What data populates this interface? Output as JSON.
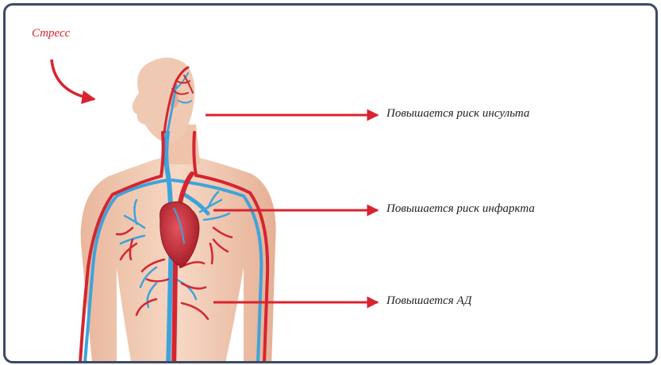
{
  "trigger": {
    "label": "Стресс",
    "color": "#d9232e"
  },
  "effects": [
    {
      "label": "Повышается риск инсульта"
    },
    {
      "label": "Повышается риск инфаркта"
    },
    {
      "label": "Повышается АД"
    }
  ],
  "colors": {
    "arrow": "#d9232e",
    "frame": "#3d4a63",
    "artery": "#d42530",
    "vein": "#3ea3dc",
    "skin": "#f2cdb6",
    "heart": "#c8303a"
  },
  "illustration": "human-circulatory-system"
}
